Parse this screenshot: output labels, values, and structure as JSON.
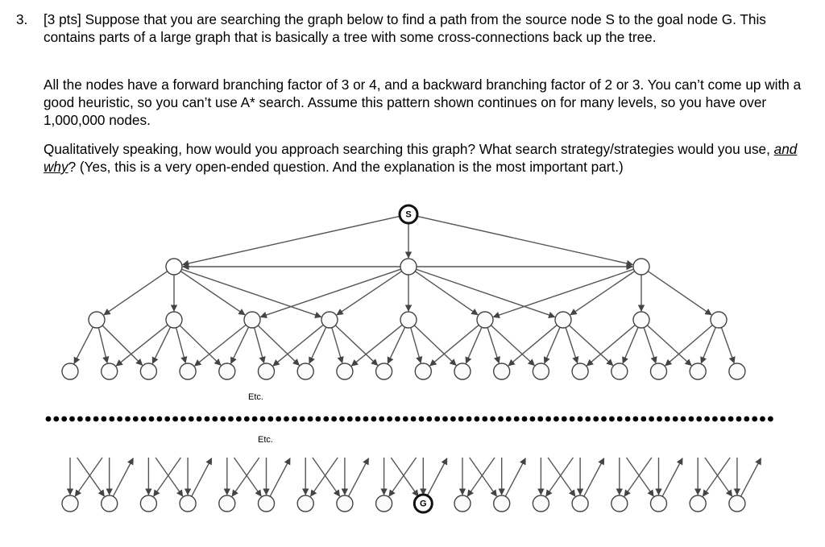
{
  "question": {
    "number": "3.",
    "para1_prefix": "[3 pts] Suppose that you are searching the graph below to find a path from the source node S to the goal node G.  This contains parts of a large graph that is basically a tree with some cross-connections back up the tree.",
    "para2": "All the nodes have a forward branching factor of 3 or 4, and a backward branching factor of 2 or 3.  You can’t come up with a good heuristic, so you can’t use A* search.    Assume this pattern shown continues on for many levels, so you have over 1,000,000 nodes.",
    "para3_before": "Qualitatively speaking, how would you approach searching this graph?  What search strategy/strategies would you use, ",
    "para3_emph": "and why",
    "para3_after": "?  (Yes, this is a very open-ended question.  And the explanation is the most important part.)"
  },
  "graph": {
    "source_label": "S",
    "goal_label": "G",
    "etc_label_upper": "Etc.",
    "etc_label_lower": "Etc."
  },
  "colors": {
    "edge": "#555555",
    "node_fill": "#fbfbfb",
    "node_stroke": "#444444",
    "dots": "#000000"
  }
}
